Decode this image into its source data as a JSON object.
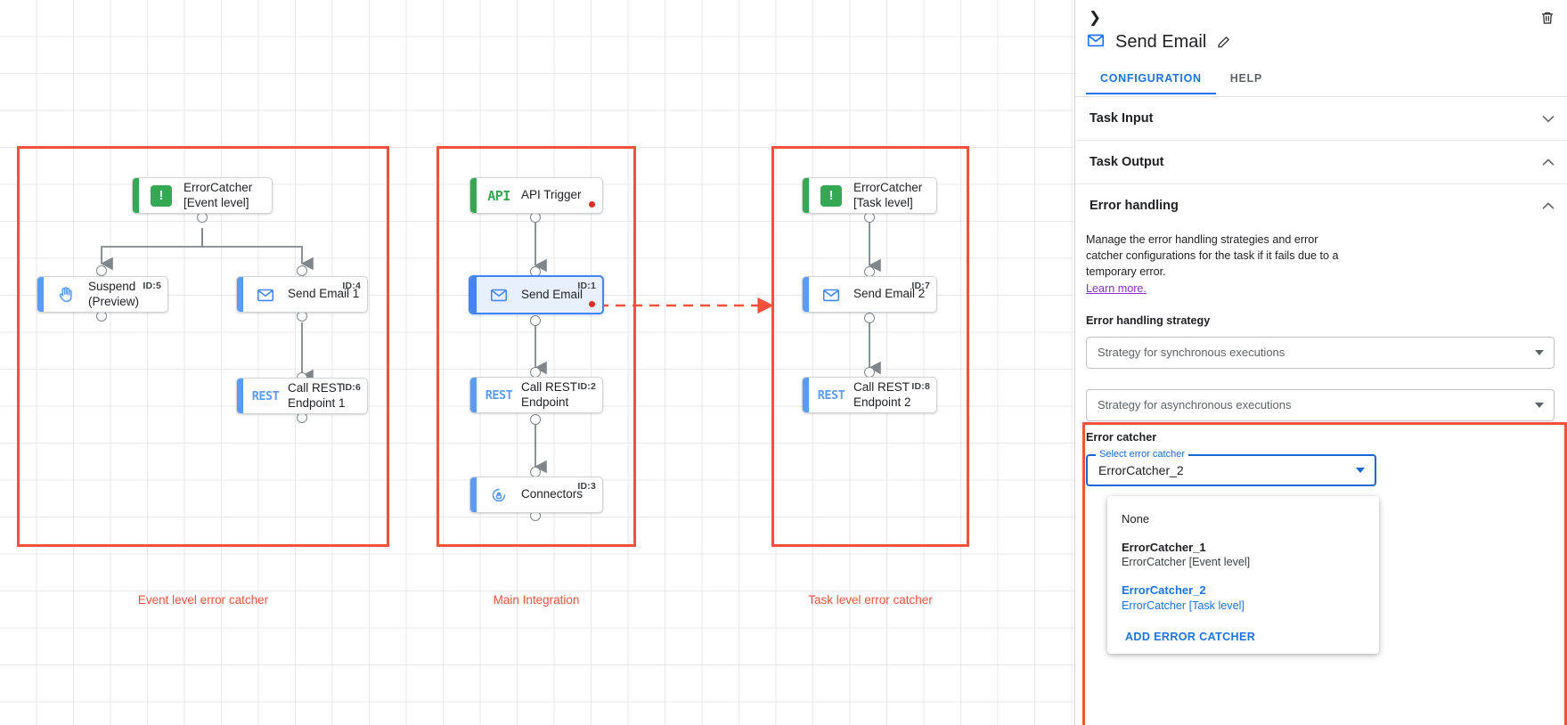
{
  "canvas": {
    "groups": [
      {
        "label": "Event level error catcher"
      },
      {
        "label": "Main Integration"
      },
      {
        "label": "Task level error catcher"
      }
    ],
    "nodes": [
      {
        "title": "ErrorCatcher\n[Event level]",
        "icon": "error-catcher-icon",
        "id_tag": ""
      },
      {
        "title": "Suspend\n(Preview)",
        "icon": "suspend-hand-icon",
        "id_tag": "ID:5"
      },
      {
        "title": "Send Email 1",
        "icon": "email-icon",
        "id_tag": "ID:4"
      },
      {
        "title": "Call REST\nEndpoint 1",
        "icon": "rest-icon",
        "id_tag": "ID:6"
      },
      {
        "title": "API Trigger",
        "icon": "api-icon",
        "id_tag": ""
      },
      {
        "title": "Send Email",
        "icon": "email-icon",
        "id_tag": "ID:1"
      },
      {
        "title": "Call REST\nEndpoint",
        "icon": "rest-icon",
        "id_tag": "ID:2"
      },
      {
        "title": "Connectors",
        "icon": "connectors-plug-icon",
        "id_tag": "ID:3"
      },
      {
        "title": "ErrorCatcher\n[Task level]",
        "icon": "error-catcher-icon",
        "id_tag": ""
      },
      {
        "title": "Send Email 2",
        "icon": "email-icon",
        "id_tag": "ID:7"
      },
      {
        "title": "Call REST\nEndpoint 2",
        "icon": "rest-icon",
        "id_tag": "ID:8"
      }
    ],
    "rest_icon_label": "REST",
    "api_icon_label": "API"
  },
  "panel": {
    "task_title": "Send Email",
    "tabs": [
      {
        "label": "CONFIGURATION",
        "active": true
      },
      {
        "label": "HELP",
        "active": false
      }
    ],
    "sections": [
      {
        "title": "Task Input",
        "state": "collapsed"
      },
      {
        "title": "Task Output",
        "state": "expanded"
      },
      {
        "title": "Error handling",
        "state": "expanded"
      }
    ],
    "error_handling": {
      "description": "Manage the error handling strategies and error catcher configurations for the task if it fails due to a temporary error.",
      "learn_more": "Learn more.",
      "strategy_label": "Error handling strategy",
      "sync_placeholder": "Strategy for synchronous executions",
      "async_placeholder": "Strategy for asynchronous executions"
    },
    "error_catcher": {
      "label": "Error catcher",
      "field_legend": "Select error catcher",
      "field_value": "ErrorCatcher_2",
      "options": [
        {
          "name": "None",
          "detail": "",
          "selected": false,
          "plain": true
        },
        {
          "name": "ErrorCatcher_1",
          "detail": "ErrorCatcher [Event level]",
          "selected": false,
          "plain": false
        },
        {
          "name": "ErrorCatcher_2",
          "detail": "ErrorCatcher [Task level]",
          "selected": true,
          "plain": false
        }
      ],
      "add_action": "ADD ERROR CATCHER"
    }
  },
  "colors": {
    "accent_blue": "#1a73e8",
    "highlight_red": "#f4513b",
    "green": "#34a853",
    "node_blue": "#5b9bf8",
    "link_purple": "#8430ce"
  }
}
